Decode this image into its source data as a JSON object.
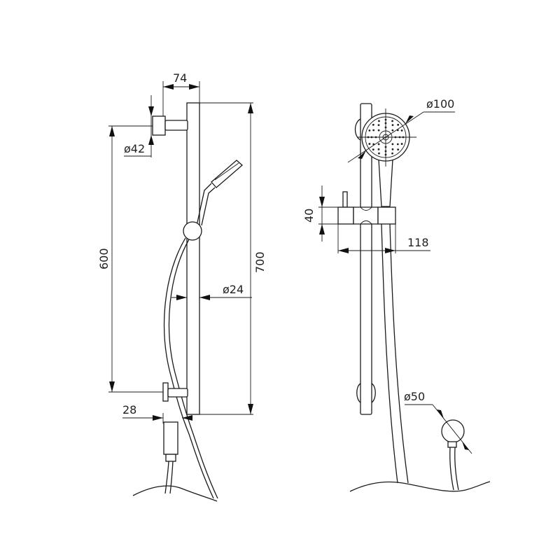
{
  "dimensions": {
    "bracket_offset": "74",
    "wall_plate_diameter": "ø42",
    "bracket_spacing": "600",
    "rail_length": "700",
    "rail_diameter": "ø24",
    "lower_offset": "28",
    "head_diameter": "ø100",
    "slider_height": "40",
    "slider_projection": "118",
    "outlet_diameter": "ø50"
  },
  "colors": {
    "line": "#1a1a1a",
    "background": "#ffffff"
  }
}
